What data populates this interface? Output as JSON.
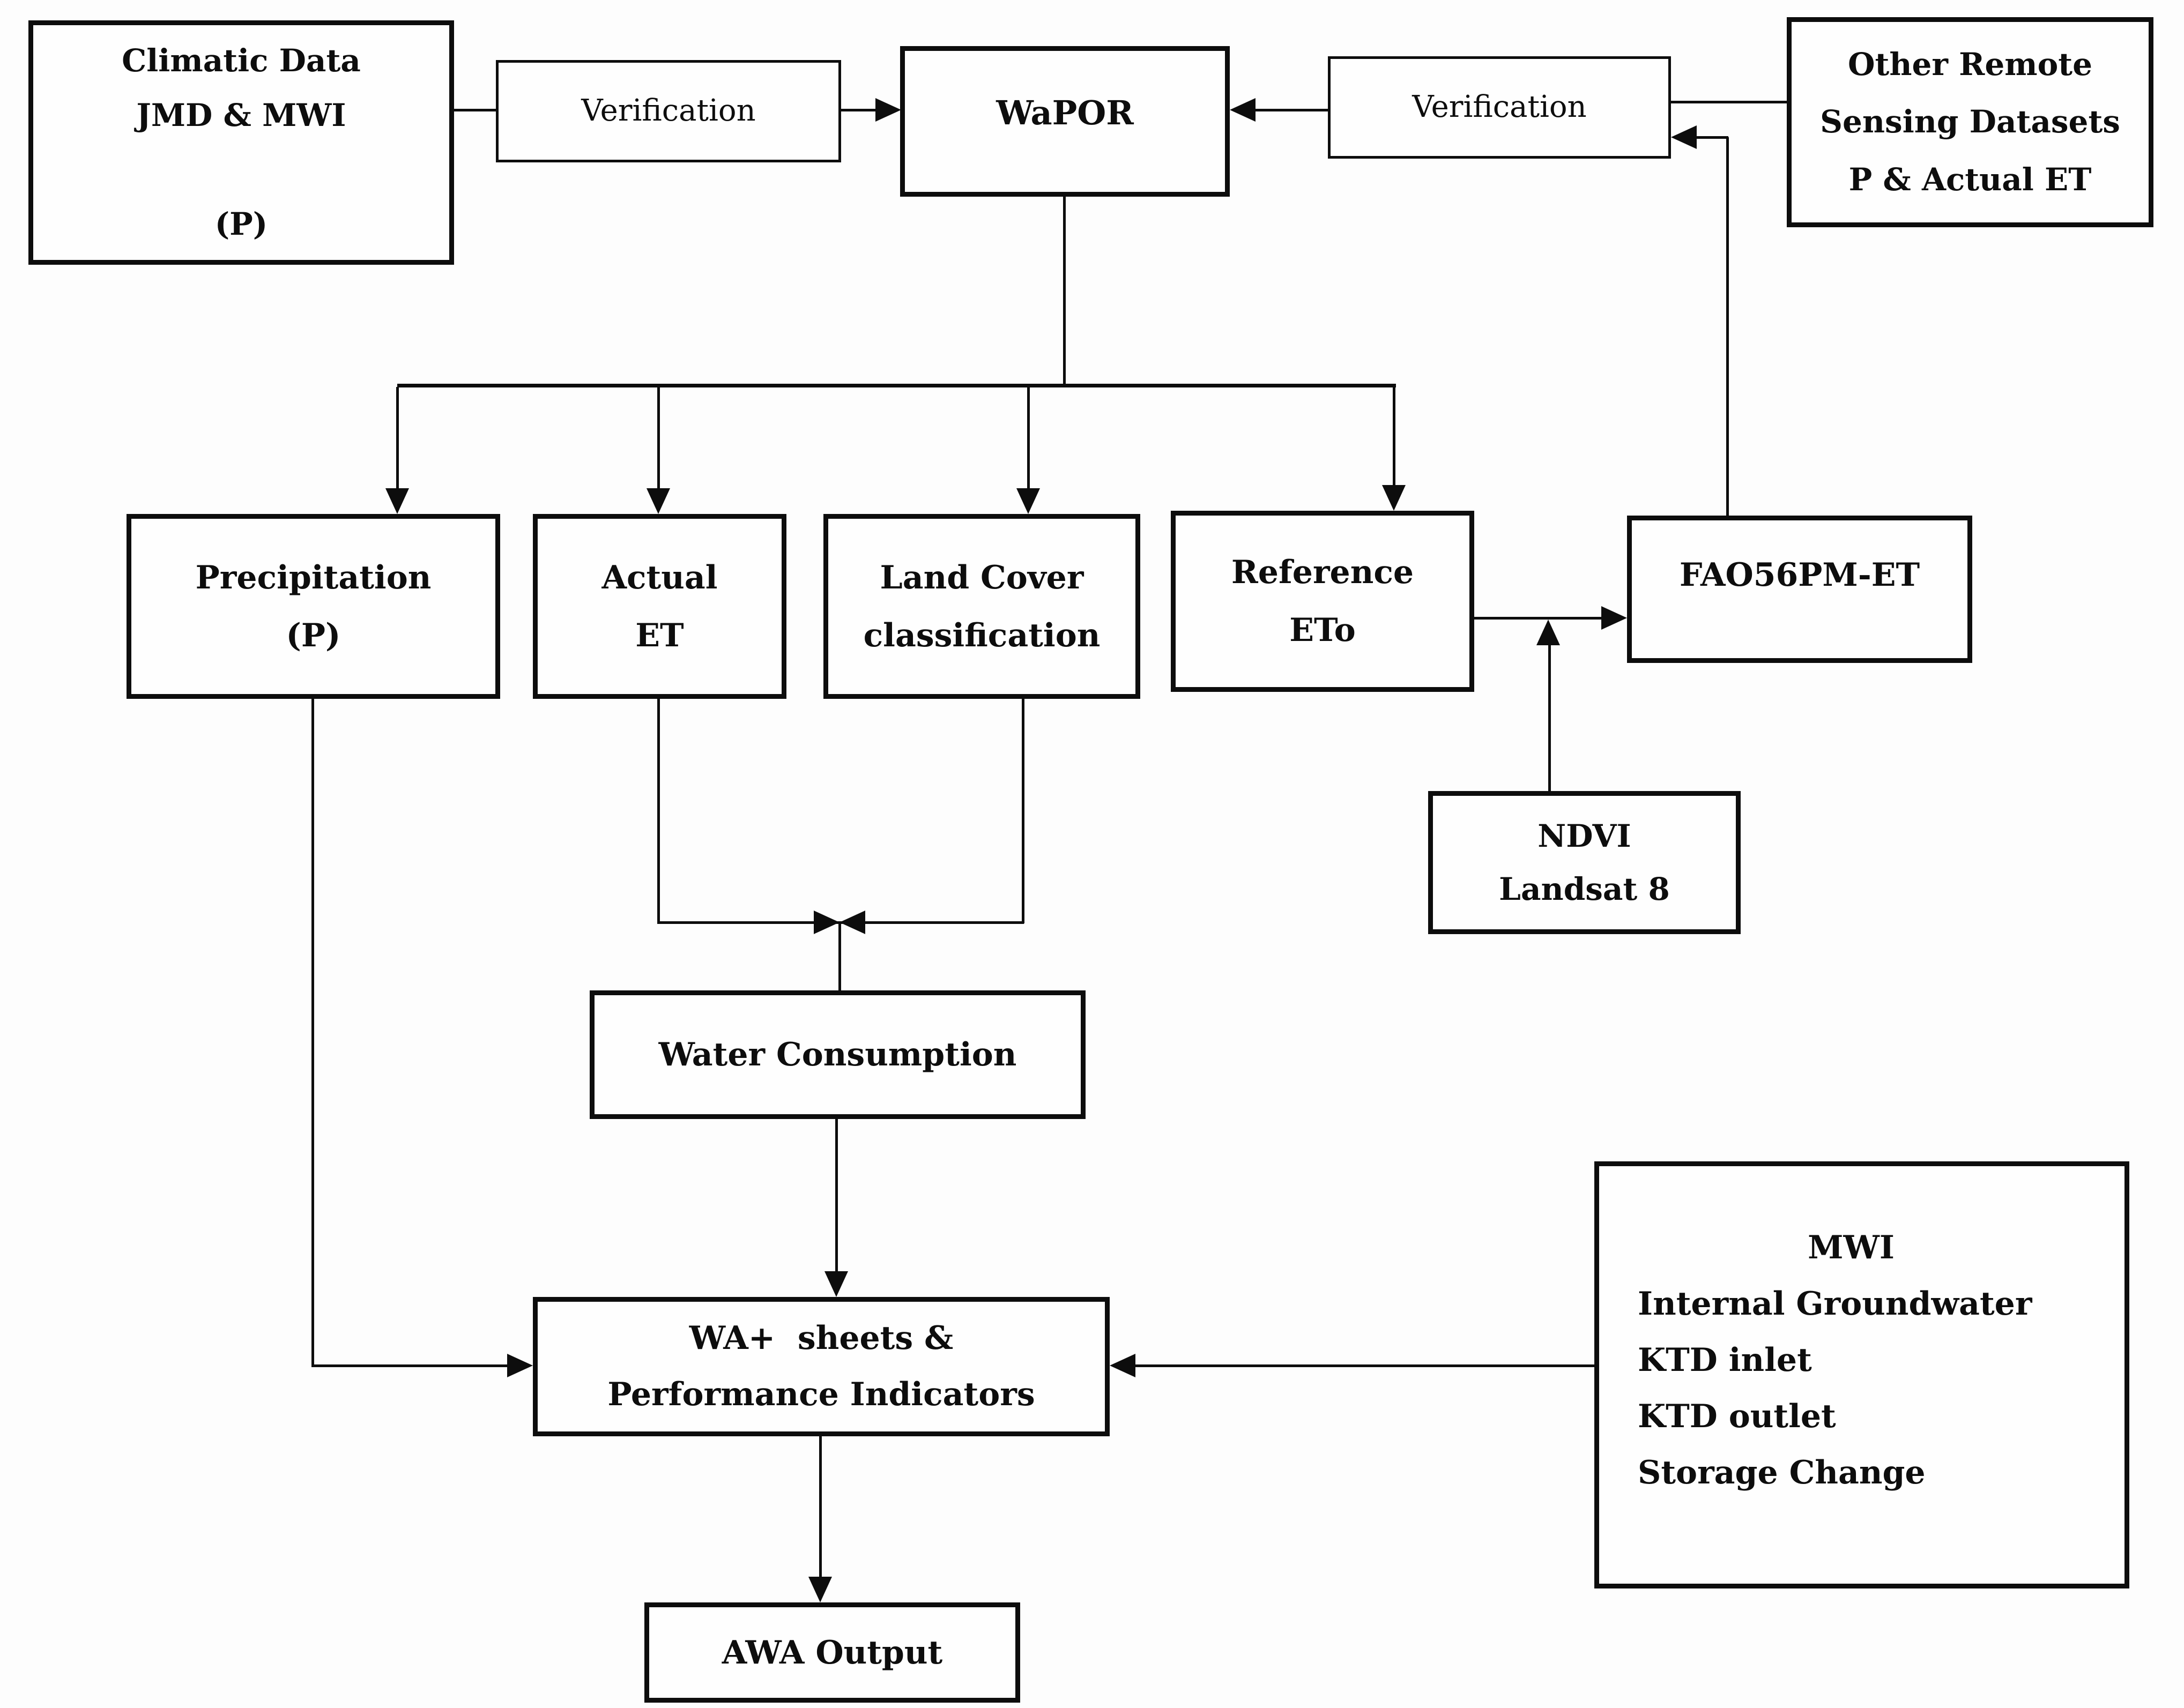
{
  "diagram": {
    "title": "Water accounting methodology flowchart",
    "colors": {
      "line": "#0d0d0d",
      "background": "#fdfdfd",
      "box_fill": "#fefefe",
      "text": "#0d0d0d"
    },
    "boxes": {
      "climatic_data": {
        "label": "Climatic Data\nJMD & MWI\n\n(P)"
      },
      "verification_left": {
        "label": "Verification"
      },
      "wapor": {
        "label": "WaPOR"
      },
      "verification_right": {
        "label": "Verification"
      },
      "other_remote": {
        "label": "Other Remote\nSensing Datasets\nP & Actual ET"
      },
      "precipitation": {
        "label": "Precipitation\n(P)"
      },
      "actual_et": {
        "label": "Actual\nET"
      },
      "land_cover": {
        "label": "Land Cover\nclassification"
      },
      "reference_eto": {
        "label": "Reference\nETo"
      },
      "fao56pm_et": {
        "label": "FAO56PM-ET"
      },
      "ndvi": {
        "label": "NDVI\nLandsat 8"
      },
      "water_consumption": {
        "label": "Water Consumption"
      },
      "mwi": {
        "title": "MWI",
        "lines": "Internal Groundwater\nKTD inlet\nKTD outlet\nStorage Change"
      },
      "wa_plus": {
        "label": "WA+  sheets &\nPerformance Indicators"
      },
      "awa_output": {
        "label": "AWA Output"
      }
    }
  }
}
